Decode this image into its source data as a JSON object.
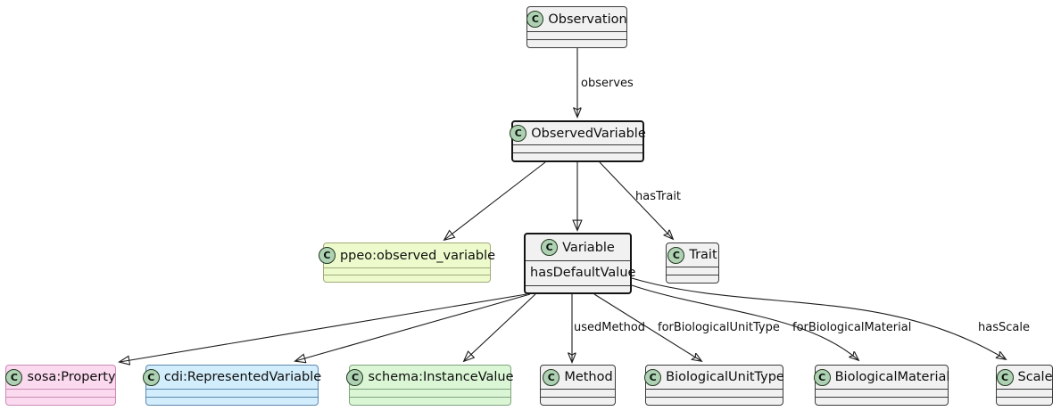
{
  "stereotype_letter": "C",
  "classes": {
    "observation": {
      "label": "Observation"
    },
    "observed_variable": {
      "label": "ObservedVariable"
    },
    "variable": {
      "label": "Variable",
      "attribute": "hasDefaultValue"
    },
    "ppeo": {
      "label": "ppeo:observed_variable"
    },
    "trait": {
      "label": "Trait"
    },
    "sosa": {
      "label": "sosa:Property"
    },
    "cdi": {
      "label": "cdi:RepresentedVariable"
    },
    "schema": {
      "label": "schema:InstanceValue"
    },
    "method": {
      "label": "Method"
    },
    "biological_unit_type": {
      "label": "BiologicalUnitType"
    },
    "biological_material": {
      "label": "BiologicalMaterial"
    },
    "scale": {
      "label": "Scale"
    }
  },
  "edges": {
    "observes": {
      "label": "observes"
    },
    "has_trait": {
      "label": "hasTrait"
    },
    "used_method": {
      "label": "usedMethod"
    },
    "for_biological_unit_type": {
      "label": "forBiologicalUnitType"
    },
    "for_biological_material": {
      "label": "forBiologicalMaterial"
    },
    "has_scale": {
      "label": "hasScale"
    }
  },
  "colors": {
    "class_fill": "#F1F1F1",
    "class_border": "#3B3B3B",
    "emphasis_border": "#141414",
    "circle_fill": "#ADD1B2",
    "pink_fill": "#FBD9EE",
    "pink_border": "#C98CB4",
    "blue_fill": "#D2EDFB",
    "blue_border": "#5E88B0",
    "green_fill": "#DAF6D4",
    "green_border": "#7FA37F",
    "yellow_fill": "#EDFBCC",
    "yellow_border": "#A4A878",
    "edge_color": "#1C1C1C"
  }
}
